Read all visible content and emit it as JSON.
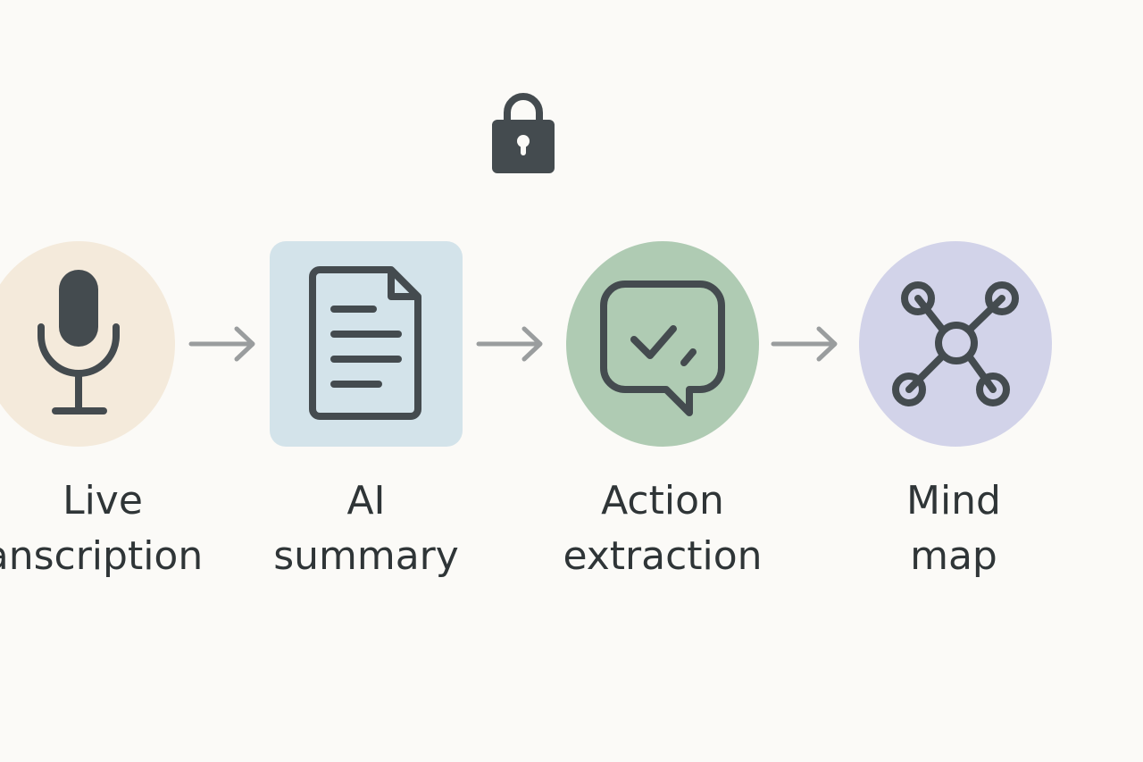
{
  "steps": [
    {
      "id": "live-transcription",
      "line1": "Live",
      "line2": "anscription",
      "icon": "microphone-icon",
      "bg_color": "#f4eadb"
    },
    {
      "id": "ai-summary",
      "line1": "AI",
      "line2": "summary",
      "icon": "document-icon",
      "bg_color": "#d3e3ea"
    },
    {
      "id": "action-extraction",
      "line1": "Action",
      "line2": "extraction",
      "icon": "chat-check-icon",
      "bg_color": "#afcbb3"
    },
    {
      "id": "mind-map",
      "line1": "Mind",
      "line2": "map",
      "icon": "network-icon",
      "bg_color": "#d2d3e9"
    }
  ],
  "icon_color": "#444b4f",
  "arrow_color": "#9a9d9e",
  "lock_icon": "lock-icon"
}
